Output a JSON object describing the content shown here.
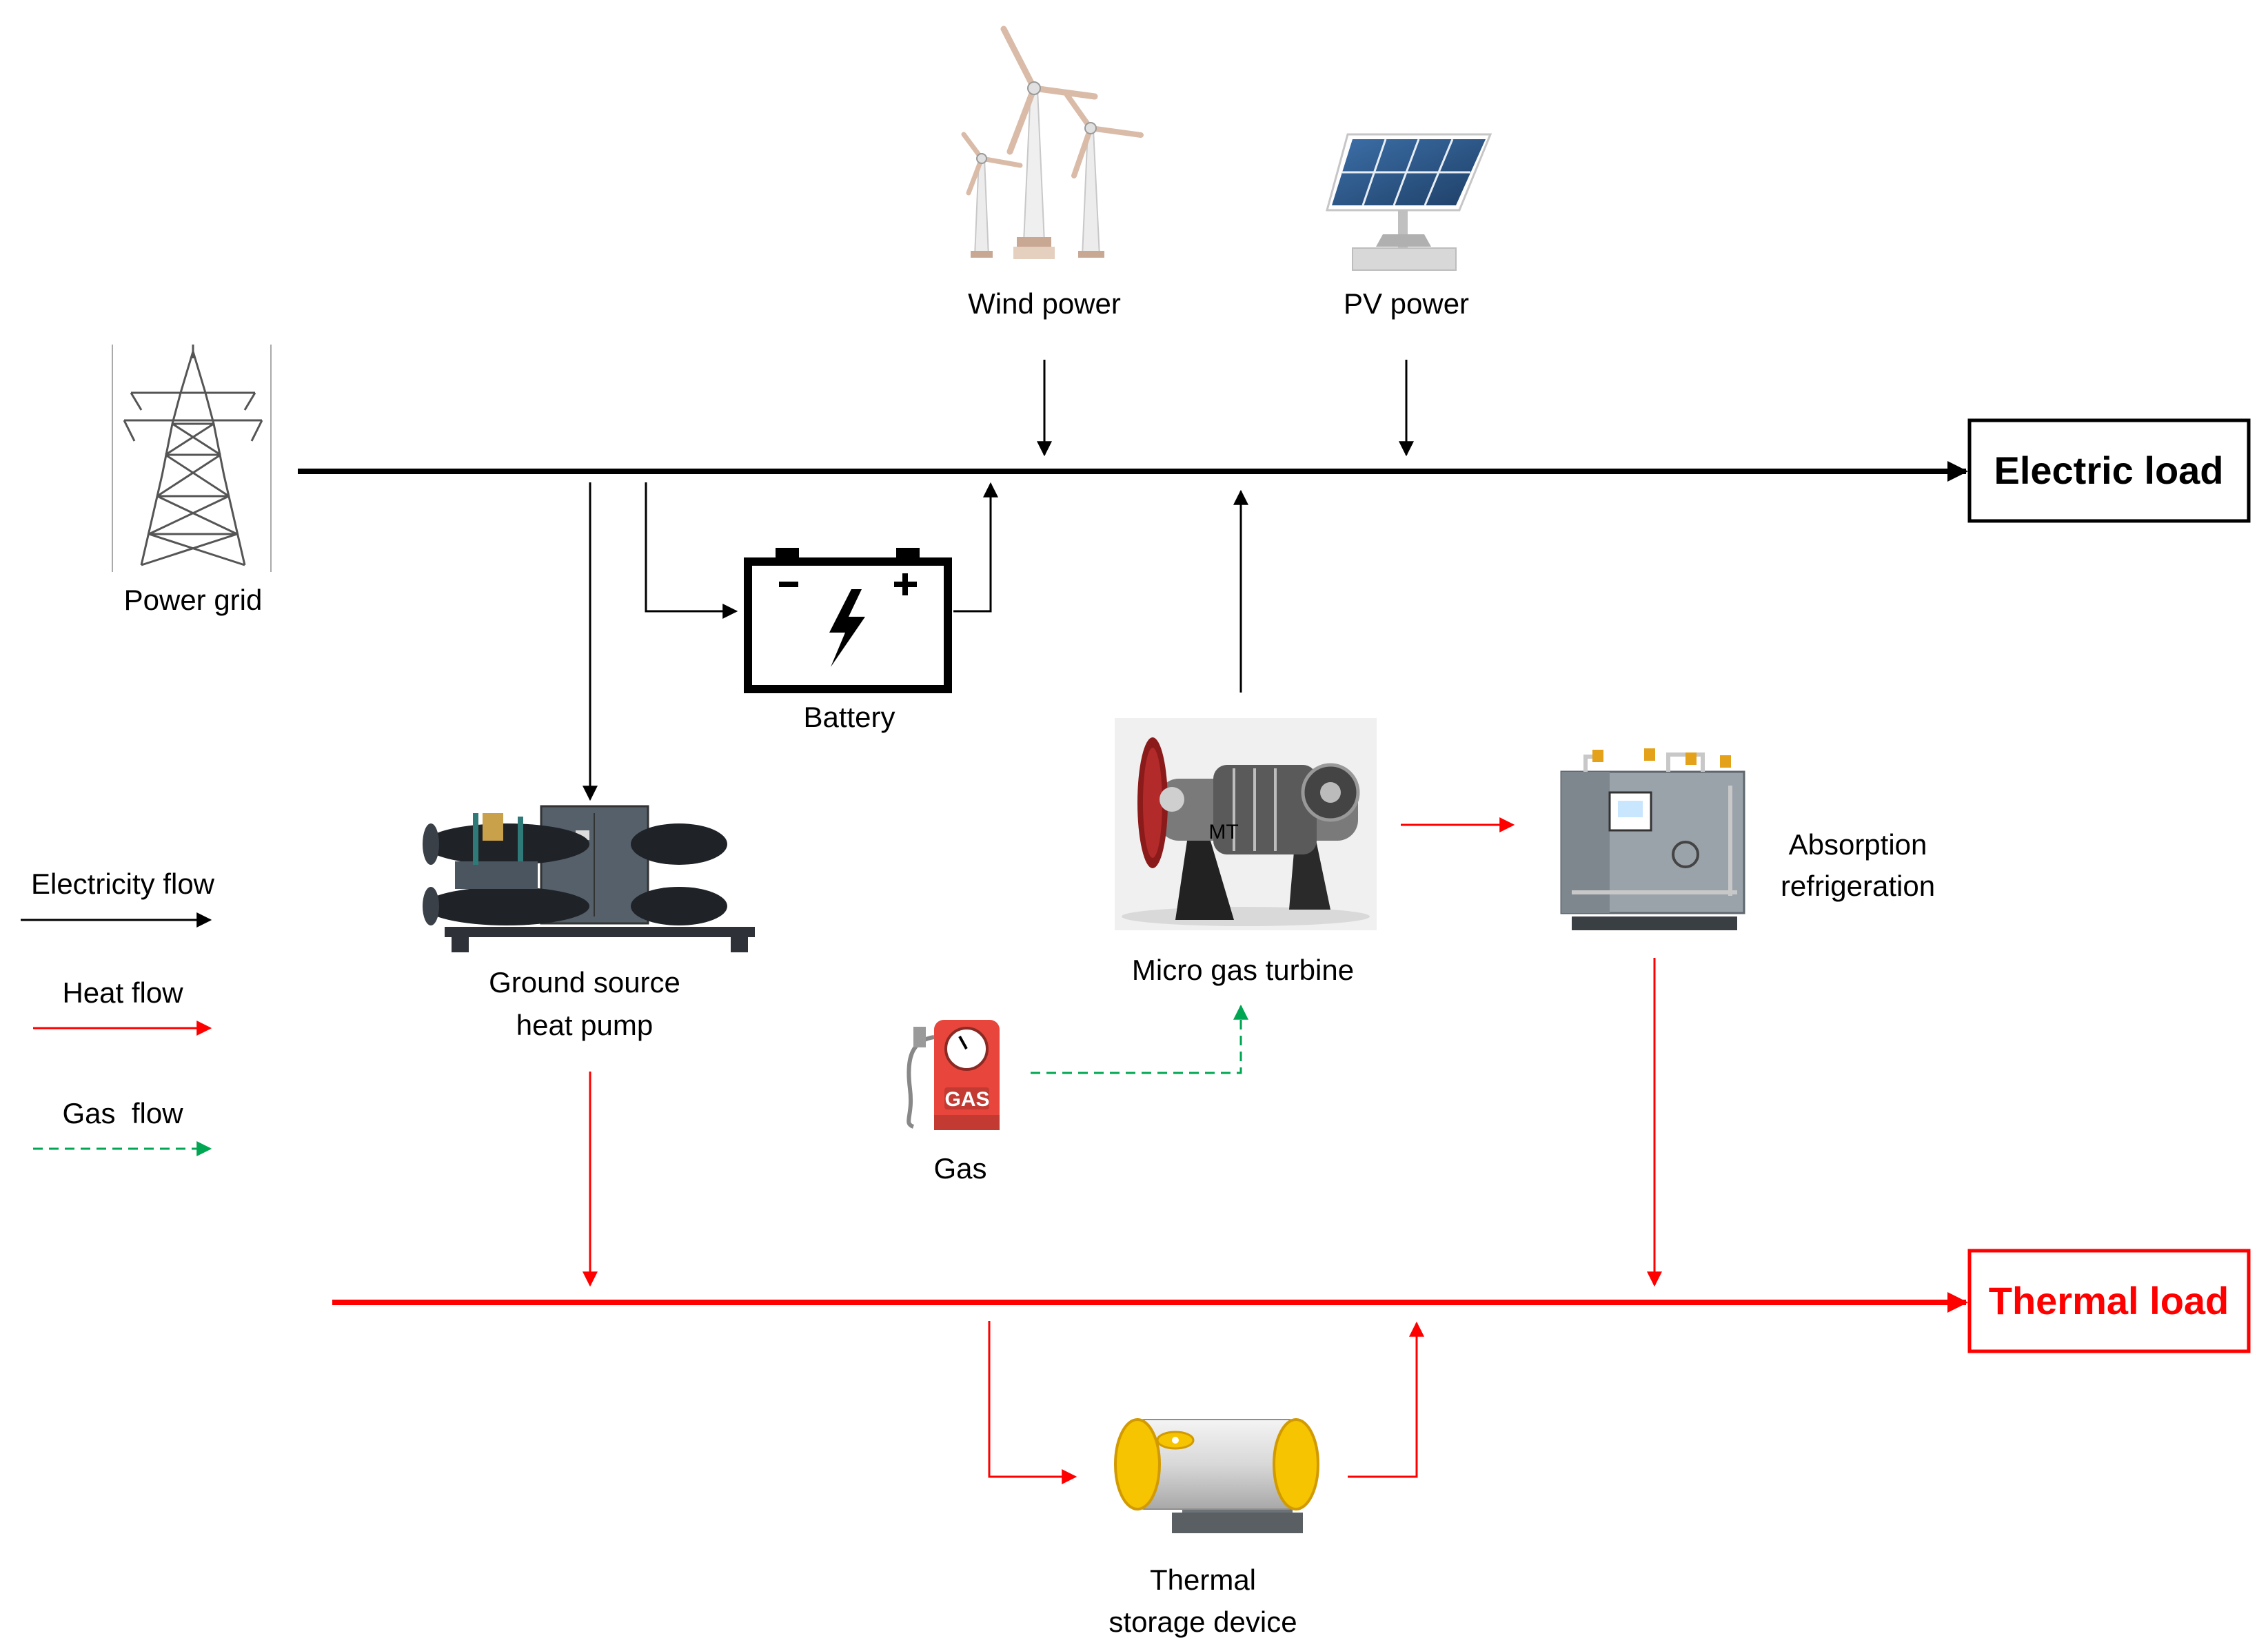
{
  "labels": {
    "wind_power": "Wind power",
    "pv_power": "PV power",
    "power_grid": "Power grid",
    "battery": "Battery",
    "micro_gas_turbine": "Micro gas turbine",
    "mt_tag": "MT",
    "absorption_line1": "Absorption",
    "absorption_line2": "refrigeration",
    "ground_source_line1": "Ground source",
    "ground_source_line2": "heat pump",
    "gas": "Gas",
    "gas_pump_tag": "GAS",
    "thermal_storage_line1": "Thermal",
    "thermal_storage_line2": "storage device",
    "electric_load": "Electric load",
    "thermal_load": "Thermal load"
  },
  "legend": {
    "electricity": "Electricity flow",
    "heat": "Heat flow",
    "gas": "Gas  flow"
  },
  "colors": {
    "electricity": "#000000",
    "heat": "#ff0000",
    "gas": "#00a651"
  }
}
